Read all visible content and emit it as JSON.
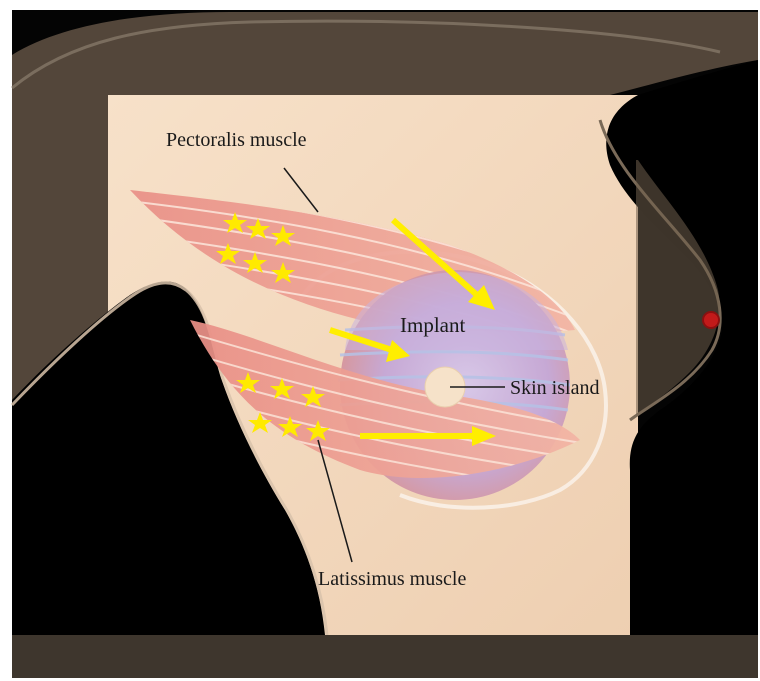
{
  "labels": {
    "pectoralis": "Pectoralis muscle",
    "implant": "Implant",
    "skin_island": "Skin island",
    "latissimus": "Latissimus muscle"
  },
  "stars": {
    "pectoralis_count": 6,
    "latissimus_count": 6
  },
  "arrows": {
    "count": 3
  },
  "colors": {
    "background": "#000000",
    "skin": "#f3d8be",
    "muscle": "#e9908a",
    "implant": "#b9b6e0",
    "star": "#ffea00",
    "arrow": "#ffee00",
    "label_text": "#1a1a1a"
  }
}
